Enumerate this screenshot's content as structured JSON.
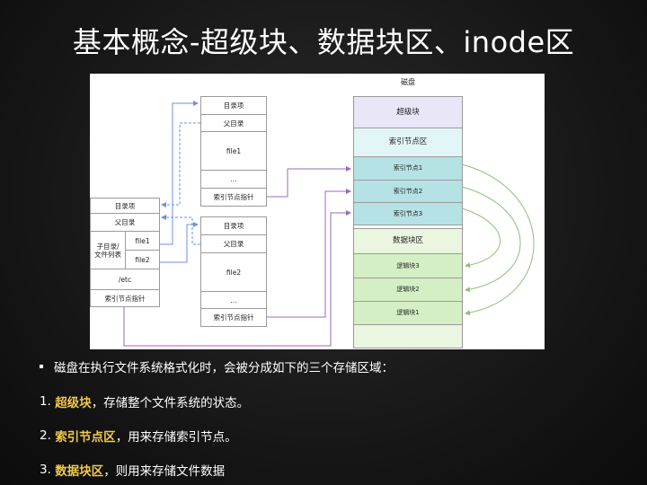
{
  "slide": {
    "title": "基本概念-超级块、数据块区、inode区"
  },
  "diagram": {
    "disk_label": "磁盘",
    "disk_sections": [
      {
        "label": "超级块",
        "color": "#e8e6f7"
      },
      {
        "label": "索引节点区",
        "color": "#e3f6f7"
      },
      {
        "label": "索引节点1",
        "color": "#b5e2e4"
      },
      {
        "label": "索引节点2",
        "color": "#b5e2e4"
      },
      {
        "label": "索引节点3",
        "color": "#b5e2e4"
      },
      {
        "label": "",
        "color": "#ffffff"
      },
      {
        "label": "数据块区",
        "color": "#eaf6e0"
      },
      {
        "label": "逻辑块3",
        "color": "#d5efc5"
      },
      {
        "label": "逻辑块2",
        "color": "#d5efc5"
      },
      {
        "label": "逻辑块1",
        "color": "#d5efc5"
      },
      {
        "label": "",
        "color": "#eaf6e0"
      }
    ],
    "root_dir": {
      "entry": "目录项",
      "parent": "父目录",
      "children_label": "子目录/文件列表",
      "file1": "file1",
      "file2": "file2",
      "etc": "/etc",
      "inode_ptr": "索引节点指针"
    },
    "dir_a": {
      "entry": "目录项",
      "parent": "父目录",
      "file": "file1",
      "more": "...",
      "inode_ptr": "索引节点指针"
    },
    "dir_b": {
      "entry": "目录项",
      "parent": "父目录",
      "file": "file2",
      "more": "...",
      "inode_ptr": "索引节点指针"
    }
  },
  "bullets": {
    "intro": "磁盘在执行文件系统格式化时，会被分成如下的三个存储区域：",
    "items": [
      {
        "num": "1.",
        "term": "超级块",
        "desc": "，存储整个文件系统的状态。"
      },
      {
        "num": "2.",
        "term": "索引节点区",
        "desc": "，用来存储索引节点。"
      },
      {
        "num": "3.",
        "term": "数据块区",
        "desc": "，则用来存储文件数据"
      }
    ]
  },
  "colors": {
    "highlight": "#f2c94c",
    "arrow_purple": "#9b6ab8",
    "arrow_blue": "#6f8fe0",
    "arrow_green": "#8cc07a"
  }
}
